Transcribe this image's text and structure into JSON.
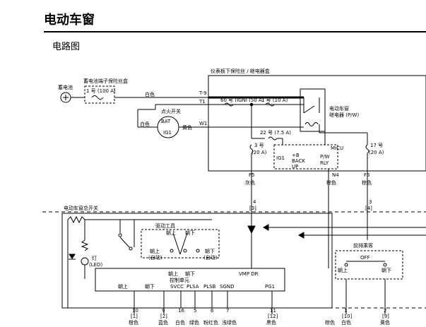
{
  "page": {
    "title": "电动车窗",
    "section": "电路图"
  },
  "labels": {
    "battery": "蓄电池",
    "hood_fuse_box": "蓄电池端子保险丝盒",
    "fuse_1": "1 号 (100 A)",
    "white_1": "白色",
    "under_dash_box": "仪表板下保险丝 / 继电器盒",
    "t9": "T-9",
    "t1": "T1",
    "fuse_60": "60 号 (IGNI (50 A)",
    "fuse_1_10": "1 号 (10 A)",
    "ign_switch": "点火开关",
    "white_2": "白色",
    "bat": "BAT",
    "ig1_switch": "IG1",
    "yellow_1": "黄色",
    "w1": "W1",
    "pw_relay_name_1": "电动车窗",
    "pw_relay_name_2": "继电器 (P/W)",
    "fuse_22": "22 号 (7.5 A)",
    "fuse_3_a": "3 号",
    "fuse_3_b": "(20 A)",
    "ig1_box": "IG1",
    "backup_1": "+B",
    "backup_2": "BACK",
    "backup_3": "UP",
    "micu": "MICU",
    "pw_1": "P/W",
    "pw_2": "RLY",
    "fuse_17_a": "17 号",
    "fuse_17_b": "(20 A)",
    "f5": "F5",
    "grey_1": "灰色",
    "n4": "N4",
    "brown_1": "棕色",
    "f6": "F6",
    "brown_2": "棕色",
    "master_switch": "电动车窗总开关",
    "pin4": "4",
    "pin4b": "[3]",
    "pin3": "3",
    "pin3b": "[4]",
    "drive_tool": "驱动工具",
    "lamp_1": "灯",
    "lamp_2": "(LED)",
    "up_auto_1": "朝上",
    "up_auto_2": "(自动)",
    "down_auto_1": "朝下",
    "down_auto_2": "(自动)",
    "up_small": "朝上",
    "down_small": "朝下",
    "front_pass": "前排乘客",
    "off": "OFF",
    "up_right": "朝上",
    "down_right": "朝下",
    "ctrl_up": "朝上",
    "ctrl_down": "朝下",
    "ctrl_unit": "控制单元",
    "vmpdr": "VMP DR",
    "c_up": "朝上",
    "c_down": "朝下",
    "svcc": "SVCC",
    "plsa": "PLSA",
    "plsb": "PLSB",
    "sgnd": "SGND",
    "pg1": "PG1",
    "b10": "10",
    "b10b": "[1]",
    "b9": "9",
    "b9b": "[2]",
    "b16": "16",
    "b5": "5",
    "b6": "6",
    "b7": "7",
    "b11": "11",
    "b11b": "[12]",
    "b1": "1",
    "b1b": "[10]",
    "b2": "2",
    "b2b": "[9]",
    "c_orange": "橙色",
    "c_blue": "蓝色",
    "c_white3": "白色",
    "c_green": "绿色",
    "c_pinkred": "粉红色",
    "c_lightgreen": "浅绿色",
    "c_black": "黑色",
    "c_brown3": "棕色",
    "c_white4": "白色",
    "c_yellow2": "黄色"
  }
}
